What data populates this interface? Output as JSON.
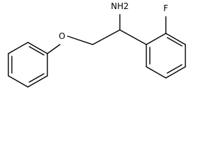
{
  "molecule": {
    "labels": {
      "amine": "NH2",
      "oxygen": "O",
      "fluorine": "F"
    },
    "colors": {
      "bond": "#000000",
      "text": "#000000",
      "background": "#ffffff"
    }
  }
}
